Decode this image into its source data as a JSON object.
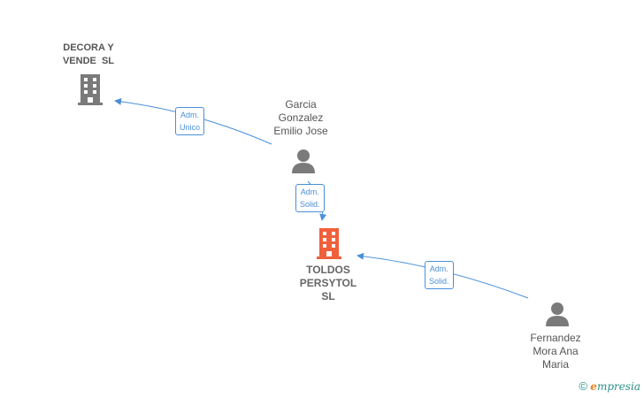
{
  "colors": {
    "edge": "#4a8fd8",
    "company_gray": "#7a7a7a",
    "company_main": "#f0603a",
    "person": "#7a7a7a"
  },
  "nodes": {
    "decora": {
      "line1": "DECORA Y",
      "line2": "VENDE  SL",
      "icon": "building-icon"
    },
    "garcia": {
      "line1": "Garcia",
      "line2": "Gonzalez",
      "line3": "Emilio Jose",
      "icon": "person-icon"
    },
    "toldos": {
      "line1": "TOLDOS",
      "line2": "PERSYTOL",
      "line3": "SL",
      "icon": "building-icon"
    },
    "fernandez": {
      "line1": "Fernandez",
      "line2": "Mora Ana",
      "line3": "Maria",
      "icon": "person-icon"
    }
  },
  "relations": {
    "garcia_decora": {
      "line1": "Adm.",
      "line2": "Unico"
    },
    "garcia_toldos": {
      "line1": "Adm.",
      "line2": "Solid."
    },
    "fernandez_toldos": {
      "line1": "Adm.",
      "line2": "Solid."
    }
  },
  "footer": {
    "copyright": "©",
    "brand_initial": "e",
    "brand_rest": "mpresia"
  }
}
